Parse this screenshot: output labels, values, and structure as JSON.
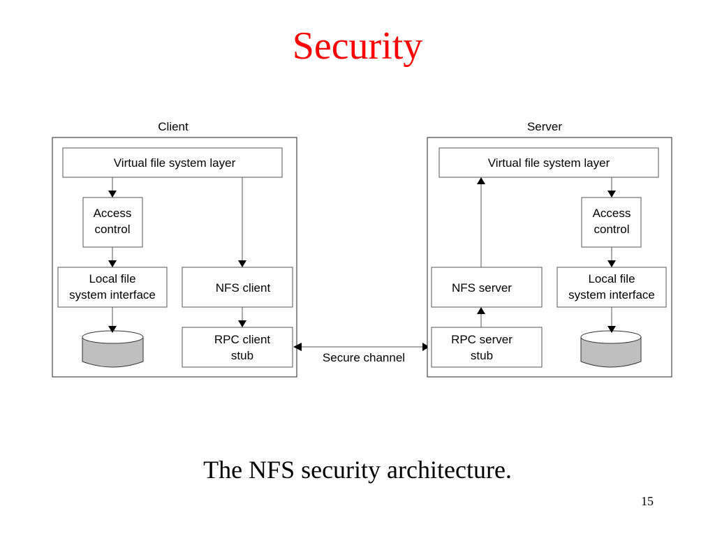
{
  "slide": {
    "title": "Security",
    "caption": "The NFS security architecture.",
    "page_number": "15",
    "title_color": "#ff0000"
  },
  "diagram": {
    "client": {
      "label": "Client",
      "vfs": "Virtual file system layer",
      "access_control": [
        "Access",
        "control"
      ],
      "local_fs": [
        "Local file",
        "system interface"
      ],
      "nfs": "NFS client",
      "rpc": [
        "RPC client",
        "stub"
      ]
    },
    "server": {
      "label": "Server",
      "vfs": "Virtual file system layer",
      "access_control": [
        "Access",
        "control"
      ],
      "local_fs": [
        "Local file",
        "system interface"
      ],
      "nfs": "NFS server",
      "rpc": [
        "RPC server",
        "stub"
      ]
    },
    "channel_label": "Secure channel",
    "disk_color": "#bfbfbf"
  }
}
